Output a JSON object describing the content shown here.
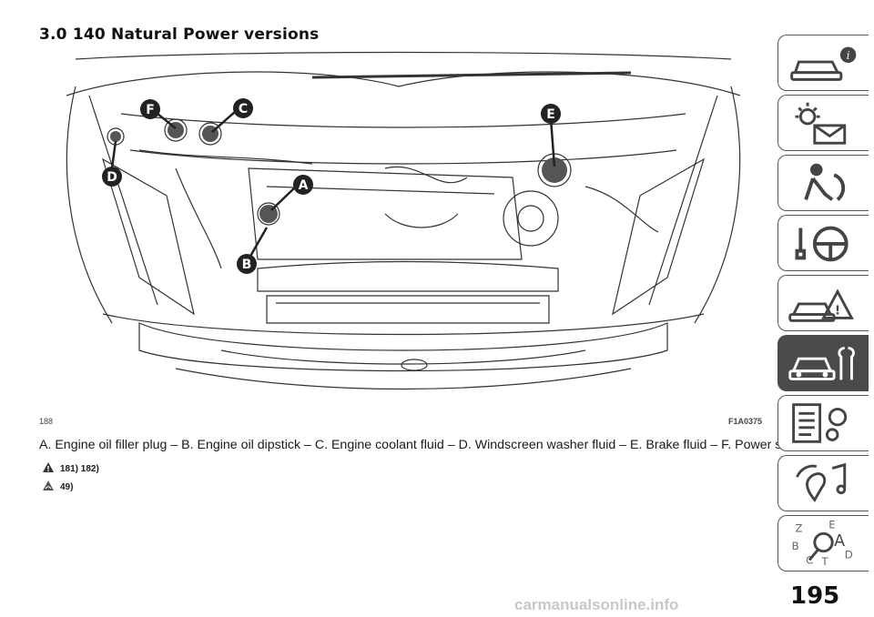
{
  "section_title": "3.0 140 Natural Power versions",
  "figure": {
    "number": "188",
    "code": "F1A0375",
    "callouts": [
      "A",
      "B",
      "C",
      "D",
      "E",
      "F"
    ]
  },
  "caption": "A. Engine oil filler plug – B. Engine oil dipstick – C. Engine coolant fluid – D. Windscreen washer fluid – E. Brake fluid – F. Power steering fluid",
  "warnings": [
    {
      "icon": "warning-triangle-icon",
      "refs": "181) 182)"
    },
    {
      "icon": "environment-warning-icon",
      "refs": "49)"
    }
  ],
  "side_tabs": [
    {
      "name": "car-info-icon",
      "active": false
    },
    {
      "name": "warning-lights-icon",
      "active": false
    },
    {
      "name": "safety-airbag-icon",
      "active": false
    },
    {
      "name": "steering-wheel-icon",
      "active": false
    },
    {
      "name": "emergency-icon",
      "active": false
    },
    {
      "name": "car-service-icon",
      "active": true
    },
    {
      "name": "technical-data-icon",
      "active": false
    },
    {
      "name": "multimedia-icon",
      "active": false
    },
    {
      "name": "alphabetical-index-icon",
      "active": false
    }
  ],
  "page_number": "195",
  "watermark": "carmanualsonline.info",
  "colors": {
    "active_tab": "#4a4a4a",
    "callout": "#222222"
  }
}
